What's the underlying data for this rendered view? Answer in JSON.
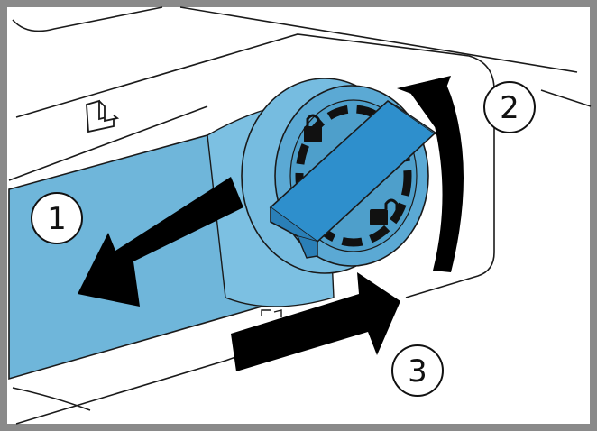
{
  "figure": {
    "steps": [
      {
        "number": "1",
        "arrow_icon": "pull-arrow-icon"
      },
      {
        "number": "2",
        "arrow_icon": "rotate-arrow-icon"
      },
      {
        "number": "3",
        "arrow_icon": "push-arrow-icon"
      }
    ],
    "colors": {
      "filter_blue": "#6fb6da",
      "filter_blue_dark": "#3e8fbf",
      "handle_blue": "#2e8fcc",
      "frame_gray": "#8a8a8a",
      "outline": "#1a1a1a",
      "arrow": "#000000"
    },
    "icons": [
      "lock-closed-icon",
      "lock-open-icon",
      "unlock-symbol-icon"
    ]
  }
}
